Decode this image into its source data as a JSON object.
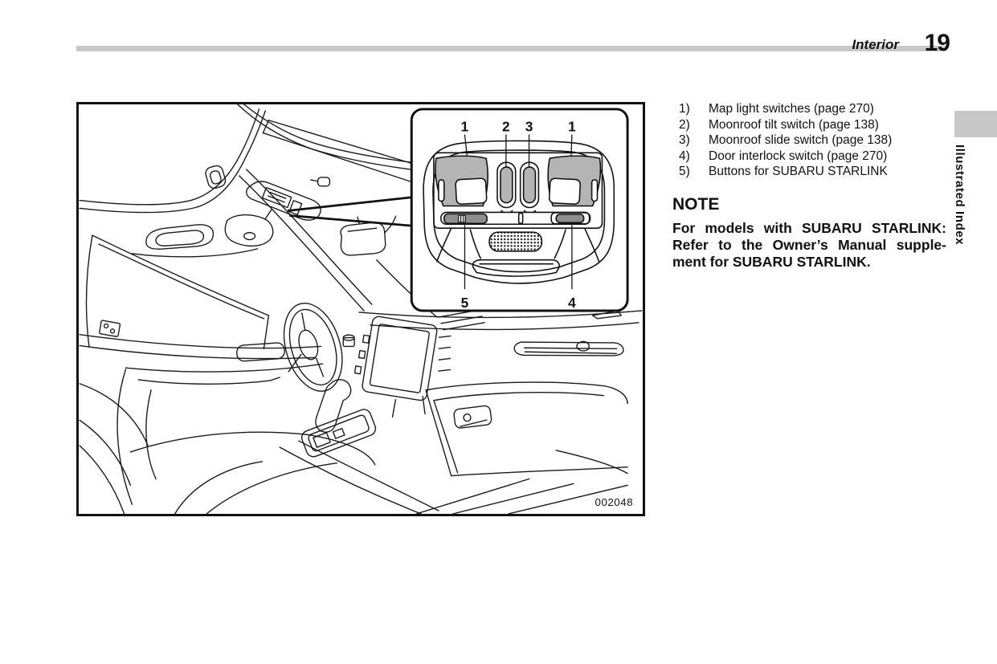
{
  "header": {
    "section_label": "Interior",
    "page_number": "19"
  },
  "side_tab": {
    "label": "Illustrated Index"
  },
  "figure": {
    "image_number": "002048",
    "callouts": {
      "top": [
        "1",
        "2",
        "3",
        "1"
      ],
      "bottom": [
        "5",
        "4"
      ]
    }
  },
  "legend": {
    "items": [
      {
        "num": "1)",
        "text": "Map light switches (page 270)"
      },
      {
        "num": "2)",
        "text": "Moonroof tilt switch (page 138)"
      },
      {
        "num": "3)",
        "text": "Moonroof slide switch (page 138)"
      },
      {
        "num": "4)",
        "text": "Door interlock switch (page 270)"
      },
      {
        "num": "5)",
        "text": "Buttons for SUBARU STARLINK"
      }
    ]
  },
  "note": {
    "heading": "NOTE",
    "lines": [
      "For models with SUBARU STARLINK:",
      "Refer to the Owner’s Manual supple-",
      "ment for SUBARU STARLINK."
    ]
  },
  "colors": {
    "line": "#1a1a1a",
    "accent_gray": "#c8c8c8",
    "illustration_fill_gray": "#b4b4b4",
    "switch_dark_gray": "#8e8e8e"
  }
}
